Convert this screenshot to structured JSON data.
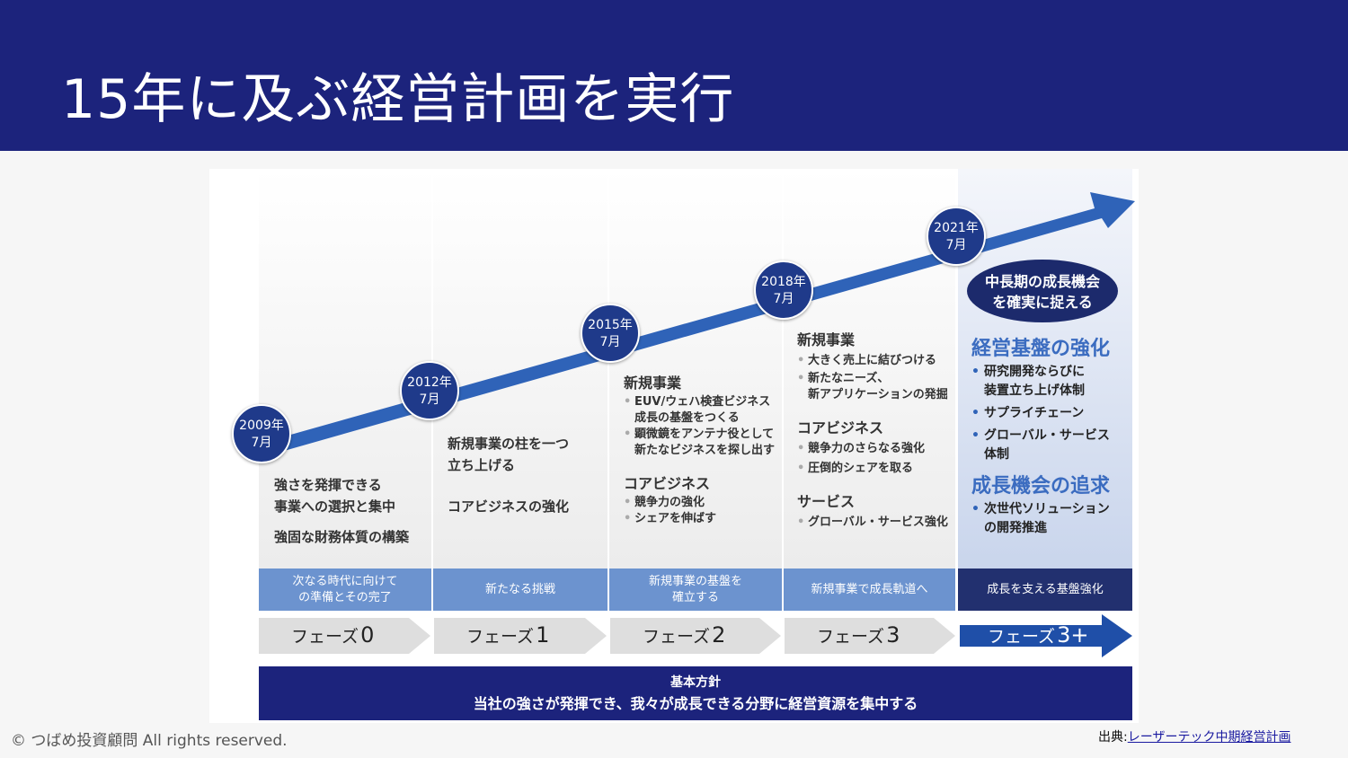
{
  "title": "15年に及ぶ経営計画を実行",
  "milestones": [
    {
      "year": "2009年",
      "month": "7月"
    },
    {
      "year": "2012年",
      "month": "7月"
    },
    {
      "year": "2015年",
      "month": "7月"
    },
    {
      "year": "2018年",
      "month": "7月"
    },
    {
      "year": "2021年",
      "month": "7月"
    }
  ],
  "col0": {
    "l1": "強さを発揮できる",
    "l2": "事業への選択と集中",
    "l3": "強固な財務体質の構築"
  },
  "col1": {
    "l1": "新規事業の柱を一つ",
    "l2": "立ち上げる",
    "l3": "コアビジネスの強化"
  },
  "col2": {
    "h1": "新規事業",
    "b1a": "EUV/ウェハ検査ビジネス",
    "b1b": "成長の基盤をつくる",
    "b2a": "顕微鏡をアンテナ役として",
    "b2b": "新たなビジネスを探し出す",
    "h2": "コアビジネス",
    "b3": "競争力の強化",
    "b4": "シェアを伸ばす"
  },
  "col3": {
    "h1": "新規事業",
    "b1": "大きく売上に結びつける",
    "b2a": "新たなニーズ、",
    "b2b": "新アプリケーションの発掘",
    "h2": "コアビジネス",
    "b3": "競争力のさらなる強化",
    "b4": "圧倒的シェアを取る",
    "h3": "サービス",
    "b5": "グローバル・サービス強化"
  },
  "col4": {
    "oval1": "中長期の成長機会",
    "oval2": "を確実に捉える",
    "h1": "経営基盤の強化",
    "b1a": "研究開発ならびに",
    "b1b": "装置立ち上げ体制",
    "b2": "サプライチェーン",
    "b3a": "グローバル・サービス",
    "b3b": "体制",
    "h2": "成長機会の追求",
    "b4a": "次世代ソリューション",
    "b4b": "の開発推進"
  },
  "bands": [
    [
      "次なる時代に向けて",
      "の準備とその完了"
    ],
    [
      "新たなる挑戦",
      ""
    ],
    [
      "新規事業の基盤を",
      "確立する"
    ],
    [
      "新規事業で成長軌道へ",
      ""
    ],
    [
      "成長を支える基盤強化",
      ""
    ]
  ],
  "phases": [
    {
      "label": "フェーズ",
      "num": "0"
    },
    {
      "label": "フェーズ",
      "num": "1"
    },
    {
      "label": "フェーズ",
      "num": "2"
    },
    {
      "label": "フェーズ",
      "num": "3"
    },
    {
      "label": "フェーズ",
      "num": "3+"
    }
  ],
  "policy": {
    "title": "基本方針",
    "text": "当社の強さが発揮でき、我々が成長できる分野に経営資源を集中する"
  },
  "copyright": "© つばめ投資顧問 All rights reserved.",
  "source": {
    "label": "出典:",
    "link": "レーザーテック中期経営計画"
  }
}
